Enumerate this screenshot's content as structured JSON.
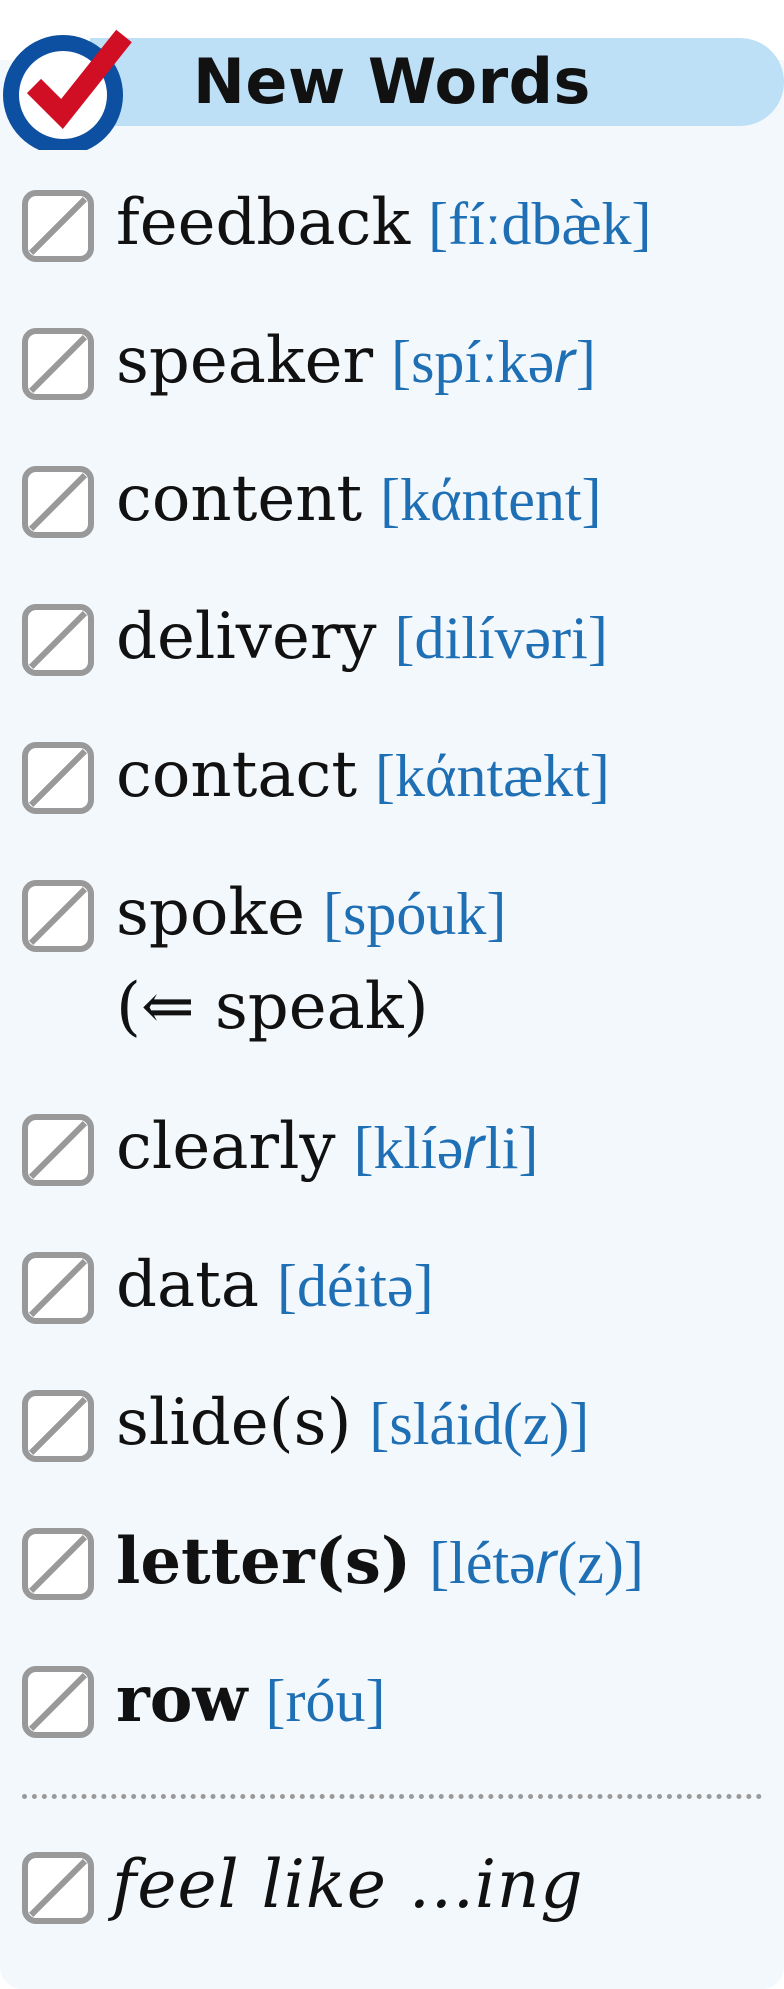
{
  "header": {
    "title": "New Words",
    "colors": {
      "band": "#bde0f7",
      "logo_ring": "#0d4fa0",
      "logo_check": "#d10f24"
    },
    "logo_icon": "check-ring-logo"
  },
  "words": [
    {
      "word": "feedback",
      "phonetic": "[fíːdbæ̀k]"
    },
    {
      "word": "speaker",
      "phonetic": "[spíːkə𝑟]"
    },
    {
      "word": "content",
      "phonetic": "[kάntent]"
    },
    {
      "word": "delivery",
      "phonetic": "[dilívəri]"
    },
    {
      "word": "contact",
      "phonetic": "[kάntækt]"
    },
    {
      "word": "spoke",
      "phonetic": "[spóuk]",
      "note": "(⇐ speak)"
    },
    {
      "word": "clearly",
      "phonetic": "[klíə𝑟li]"
    },
    {
      "word": "data",
      "phonetic": "[déitə]"
    },
    {
      "word": "slide(s)",
      "phonetic": "[sláid(z)]"
    },
    {
      "word": "letter(s)",
      "phonetic": "[létə𝑟(z)]"
    },
    {
      "word": "row",
      "phonetic": "[róu]"
    }
  ],
  "phrase": {
    "text": "feel like ...ing"
  },
  "colors": {
    "phonetic": "#1f6fb5",
    "checkbox": "#999999",
    "panel_background": "#f3f8fc"
  }
}
